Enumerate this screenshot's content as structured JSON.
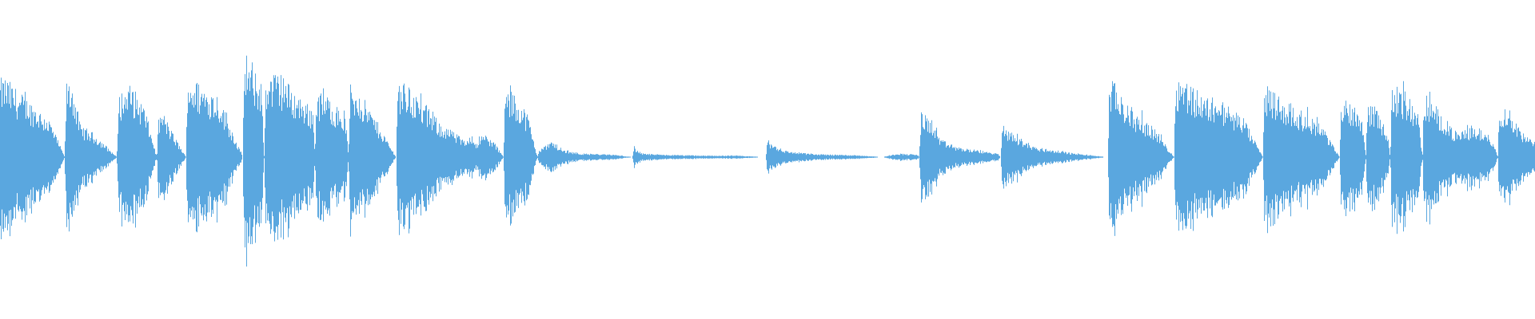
{
  "waveform": {
    "color": "#5aa7df",
    "background": "#ffffff",
    "amplitude_envelope": [
      [
        0.0,
        0.62
      ],
      [
        0.003,
        0.64
      ],
      [
        0.012,
        0.52
      ],
      [
        0.022,
        0.42
      ],
      [
        0.032,
        0.3
      ],
      [
        0.042,
        0.0
      ],
      [
        0.043,
        0.6
      ],
      [
        0.047,
        0.6
      ],
      [
        0.052,
        0.26
      ],
      [
        0.062,
        0.18
      ],
      [
        0.076,
        0.0
      ],
      [
        0.077,
        0.5
      ],
      [
        0.085,
        0.58
      ],
      [
        0.094,
        0.4
      ],
      [
        0.102,
        0.0
      ],
      [
        0.103,
        0.3
      ],
      [
        0.106,
        0.36
      ],
      [
        0.112,
        0.2
      ],
      [
        0.121,
        0.0
      ],
      [
        0.122,
        0.66
      ],
      [
        0.128,
        0.6
      ],
      [
        0.142,
        0.5
      ],
      [
        0.158,
        0.0
      ],
      [
        0.159,
        0.82
      ],
      [
        0.163,
        0.7
      ],
      [
        0.17,
        0.62
      ],
      [
        0.172,
        0.0
      ],
      [
        0.173,
        0.64
      ],
      [
        0.182,
        0.68
      ],
      [
        0.192,
        0.52
      ],
      [
        0.204,
        0.38
      ],
      [
        0.205,
        0.0
      ],
      [
        0.206,
        0.52
      ],
      [
        0.214,
        0.48
      ],
      [
        0.225,
        0.32
      ],
      [
        0.227,
        0.0
      ],
      [
        0.228,
        0.58
      ],
      [
        0.236,
        0.48
      ],
      [
        0.244,
        0.32
      ],
      [
        0.258,
        0.0
      ],
      [
        0.259,
        0.62
      ],
      [
        0.267,
        0.56
      ],
      [
        0.276,
        0.42
      ],
      [
        0.288,
        0.26
      ],
      [
        0.3,
        0.16
      ],
      [
        0.303,
        0.12
      ],
      [
        0.306,
        0.2
      ],
      [
        0.31,
        0.12
      ],
      [
        0.316,
        0.18
      ],
      [
        0.322,
        0.12
      ],
      [
        0.328,
        0.0
      ],
      [
        0.329,
        0.54
      ],
      [
        0.336,
        0.5
      ],
      [
        0.344,
        0.34
      ],
      [
        0.35,
        0.0
      ],
      [
        0.351,
        0.06
      ],
      [
        0.36,
        0.13
      ],
      [
        0.366,
        0.06
      ],
      [
        0.378,
        0.03
      ],
      [
        0.4,
        0.02
      ],
      [
        0.412,
        0.0
      ],
      [
        0.413,
        0.08
      ],
      [
        0.418,
        0.03
      ],
      [
        0.43,
        0.02
      ],
      [
        0.46,
        0.012
      ],
      [
        0.48,
        0.012
      ],
      [
        0.499,
        0.0
      ],
      [
        0.5,
        0.14
      ],
      [
        0.504,
        0.1
      ],
      [
        0.512,
        0.05
      ],
      [
        0.53,
        0.025
      ],
      [
        0.56,
        0.015
      ],
      [
        0.575,
        0.0
      ],
      [
        0.585,
        0.03
      ],
      [
        0.598,
        0.02
      ],
      [
        0.599,
        0.0
      ],
      [
        0.6,
        0.36
      ],
      [
        0.607,
        0.3
      ],
      [
        0.613,
        0.14
      ],
      [
        0.624,
        0.08
      ],
      [
        0.65,
        0.03
      ],
      [
        0.652,
        0.0
      ],
      [
        0.653,
        0.26
      ],
      [
        0.661,
        0.18
      ],
      [
        0.675,
        0.08
      ],
      [
        0.7,
        0.03
      ],
      [
        0.722,
        0.0
      ],
      [
        0.723,
        0.66
      ],
      [
        0.73,
        0.5
      ],
      [
        0.741,
        0.34
      ],
      [
        0.752,
        0.24
      ],
      [
        0.765,
        0.0
      ],
      [
        0.766,
        0.66
      ],
      [
        0.775,
        0.6
      ],
      [
        0.784,
        0.48
      ],
      [
        0.792,
        0.48
      ],
      [
        0.81,
        0.32
      ],
      [
        0.823,
        0.0
      ],
      [
        0.824,
        0.6
      ],
      [
        0.832,
        0.5
      ],
      [
        0.846,
        0.38
      ],
      [
        0.86,
        0.28
      ],
      [
        0.873,
        0.0
      ],
      [
        0.874,
        0.46
      ],
      [
        0.882,
        0.44
      ],
      [
        0.888,
        0.3
      ],
      [
        0.89,
        0.0
      ],
      [
        0.891,
        0.44
      ],
      [
        0.898,
        0.38
      ],
      [
        0.904,
        0.2
      ],
      [
        0.906,
        0.0
      ],
      [
        0.907,
        0.58
      ],
      [
        0.916,
        0.52
      ],
      [
        0.924,
        0.36
      ],
      [
        0.927,
        0.0
      ],
      [
        0.928,
        0.52
      ],
      [
        0.936,
        0.4
      ],
      [
        0.946,
        0.24
      ],
      [
        0.95,
        0.18
      ],
      [
        0.96,
        0.26
      ],
      [
        0.972,
        0.16
      ],
      [
        0.976,
        0.0
      ],
      [
        0.977,
        0.42
      ],
      [
        0.985,
        0.36
      ],
      [
        0.993,
        0.18
      ],
      [
        1.0,
        0.12
      ]
    ]
  }
}
